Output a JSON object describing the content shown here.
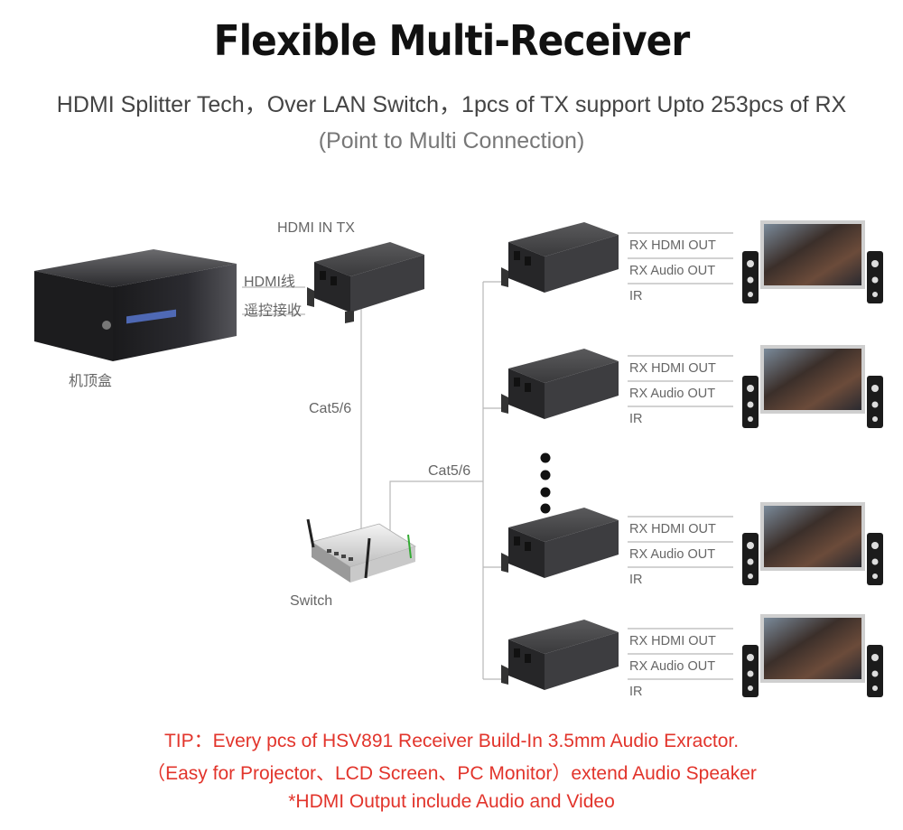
{
  "header": {
    "title": "Flexible Multi-Receiver",
    "subtitle": "HDMI Splitter Tech，Over LAN Switch，1pcs of TX support Upto 253pcs of RX",
    "connection_note": "(Point to Multi Connection)"
  },
  "source": {
    "stb_label": "机顶盒",
    "hdmi_cable_label": "HDMI线",
    "remote_receive_label": "遥控接收"
  },
  "transmitter": {
    "label": "HDMI IN TX"
  },
  "cables": {
    "tx_switch": "Cat5/6",
    "switch_rx": "Cat5/6"
  },
  "switch": {
    "label": "Switch"
  },
  "receivers": [
    {
      "hdmi_out": "RX HDMI OUT",
      "audio_out": "RX Audio OUT",
      "ir": "IR"
    },
    {
      "hdmi_out": "RX HDMI OUT",
      "audio_out": "RX Audio OUT",
      "ir": "IR"
    },
    {
      "hdmi_out": "RX HDMI OUT",
      "audio_out": "RX Audio OUT",
      "ir": "IR"
    },
    {
      "hdmi_out": "RX HDMI OUT",
      "audio_out": "RX Audio OUT",
      "ir": "IR"
    }
  ],
  "tips": {
    "line1": "TIP：Every pcs of HSV891 Receiver Build-In 3.5mm Audio Exractor.",
    "line2": "（Easy for Projector、LCD Screen、PC Monitor）extend Audio Speaker",
    "line3": "*HDMI Output include Audio and Video"
  },
  "colors": {
    "tip": "#e2342b",
    "title": "#111111",
    "line": "#b8b8b8"
  }
}
